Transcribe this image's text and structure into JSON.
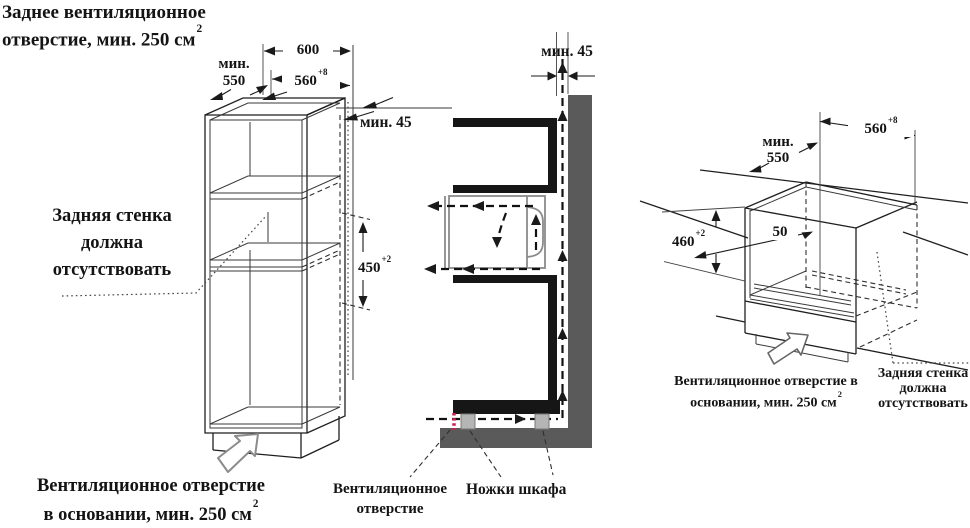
{
  "colors": {
    "line": "#1a1a1a",
    "wall_fill": "#5a5a5a",
    "foot_fill": "#b5b5b5",
    "vent_mark": "#cc1f4e",
    "background": "#ffffff"
  },
  "left_view": {
    "rear_vent_label": {
      "line1": "Заднее вентиляционное",
      "line2": "отверстие, мин. 250 см",
      "sup": "2"
    },
    "back_wall_label": {
      "line1": "Задняя стенка",
      "line2": "должна",
      "line3": "отсутствовать"
    },
    "base_vent_label": {
      "line1": "Вентиляционное отверстие",
      "line2": "в основании, мин. 250 см",
      "sup": "2"
    },
    "dims": {
      "overall_width": "600",
      "min_depth_line1": "мин.",
      "min_depth_line2": "550",
      "niche_width": "560",
      "niche_width_tol": "+8",
      "rear_gap": "мин. 45",
      "niche_height": "450",
      "niche_height_tol": "+2"
    }
  },
  "section_view": {
    "dims": {
      "rear_gap": "мин. 45"
    },
    "vent_label": {
      "line1": "Вентиляционное",
      "line2": "отверстие"
    },
    "feet_label": "Ножки шкафа"
  },
  "right_view": {
    "dims": {
      "niche_width": "560",
      "niche_width_tol": "+8",
      "min_depth_line1": "мин.",
      "min_depth_line2": "550",
      "niche_height": "460",
      "niche_height_tol": "+2",
      "rail_offset": "50"
    },
    "base_vent_label": {
      "line1": "Вентиляционное отверстие в",
      "line2": "основании, мин. 250 см",
      "sup": "2"
    },
    "back_wall_label": {
      "line1": "Задняя стенка",
      "line2": "должна",
      "line3": "отсутствовать"
    }
  }
}
